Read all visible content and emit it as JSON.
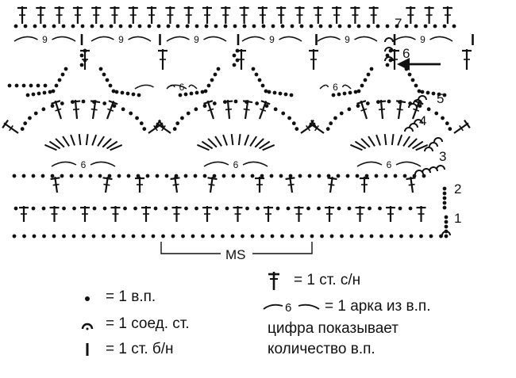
{
  "diagram": {
    "row_numbers": [
      "1",
      "2",
      "3",
      "4",
      "5",
      "6",
      "7"
    ],
    "arch_chain_count_top": "9",
    "arch_chain_count_middle": "6",
    "arch_chain_count_inner": "6",
    "repeat_label": "MS"
  },
  "legend": {
    "chain_text": "= 1 в.п.",
    "slip_stitch_text": "= 1 соед. ст.",
    "single_crochet_text": "= 1 ст. б/н",
    "double_crochet_text": "= 1 ст. с/н",
    "arch_number": "6",
    "arch_text": "= 1 арка из в.п.",
    "note_line1": "цифра показывает",
    "note_line2": "количество в.п."
  },
  "icons": {
    "chain": "dot-icon",
    "slip_stitch": "arc-icon",
    "single_crochet": "bar-icon",
    "double_crochet": "cross-icon",
    "arch": "arch-icon",
    "direction": "arrow-left-icon"
  }
}
